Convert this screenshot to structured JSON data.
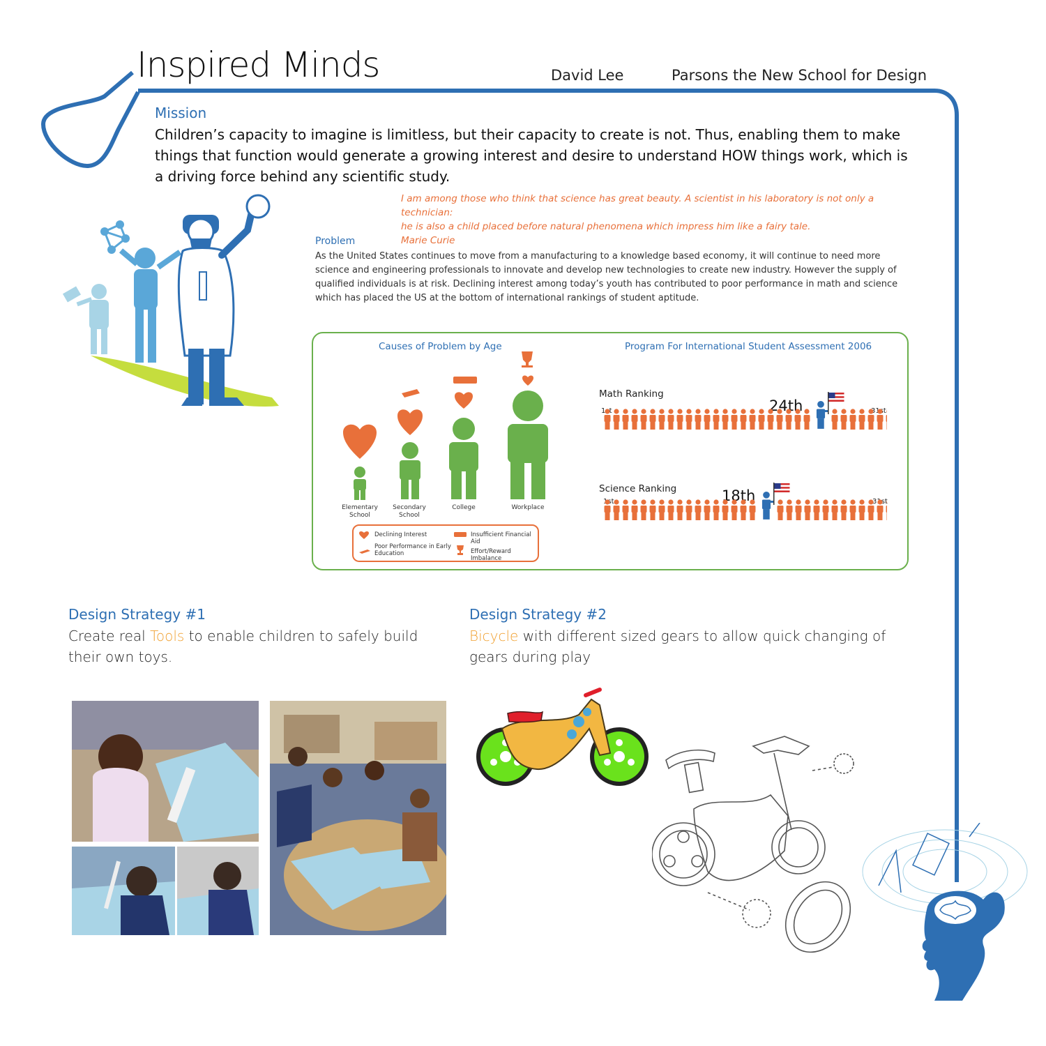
{
  "header": {
    "title": "Inspired Minds",
    "author": "David Lee",
    "school": "Parsons the New School for Design"
  },
  "mission": {
    "heading": "Mission",
    "text": "Children’s capacity to imagine is limitless, but their capacity to create is not.  Thus, enabling them to make things that function would generate a growing interest and desire to understand HOW things work, which is a driving force behind any scientific study."
  },
  "quote": {
    "line1": "I am among those who think that science has great beauty. A scientist in his laboratory is not only a technician:",
    "line2": "he is also a child placed before natural phenomena which impress him like a fairy tale.",
    "author": "Marie Curie"
  },
  "problem": {
    "heading": "Problem",
    "text": "As the United States continues to move from a manufacturing to a knowledge based economy, it will continue to need more science and engineering professionals to innovate and develop new technologies to create new industry.  However the supply of qualified individuals is at risk.  Declining interest among today’s youth has contributed to poor performance in math and science which has placed the US at the bottom of international rankings of student aptitude."
  },
  "chart_data": [
    {
      "type": "table",
      "title": "Causes of Problem by Age",
      "categories": [
        "Elementary School",
        "Secondary School",
        "College",
        "Workplace"
      ],
      "legend": [
        "Declining Interest",
        "Poor Performance in Early Education",
        "Insufficient Financial Aid",
        "Effort/Reward Imbalance"
      ]
    },
    {
      "type": "scatter",
      "title": "Program For International Student Assessment 2006",
      "series": [
        {
          "name": "Math Ranking",
          "values": [
            24
          ],
          "label": "24th"
        },
        {
          "name": "Science Ranking",
          "values": [
            18
          ],
          "label": "18th"
        }
      ],
      "range_labels": [
        "1st",
        "31st"
      ],
      "xlim": [
        1,
        31
      ]
    }
  ],
  "causes": {
    "labels": [
      {
        "line1": "Elementary",
        "line2": "School"
      },
      {
        "line1": "Secondary",
        "line2": "School"
      },
      {
        "line1": "College",
        "line2": ""
      },
      {
        "line1": "Workplace",
        "line2": ""
      }
    ]
  },
  "legend_items": {
    "declining": "Declining Interest",
    "poor_line1": "Poor Performance in Early",
    "poor_line2": "Education",
    "financial": "Insufficient Financial Aid",
    "effort": "Effort/Reward Imbalance"
  },
  "strategy1": {
    "heading": "Design Strategy #1",
    "pre": "Create real ",
    "highlight": "Tools",
    "post": " to enable  children to safely build",
    "line2": "their own toys."
  },
  "strategy2": {
    "heading": "Design Strategy #2",
    "highlight": "Bicycle",
    "post": " with different sized gears to allow quick changing of",
    "line2": "gears during play"
  },
  "colors": {
    "blue": "#2e6fb3",
    "orange": "#e8703a",
    "green": "#6ab04c",
    "light_blue": "#a8d4e6",
    "mid_blue": "#5aa7d8",
    "lime": "#c5dd3e"
  }
}
